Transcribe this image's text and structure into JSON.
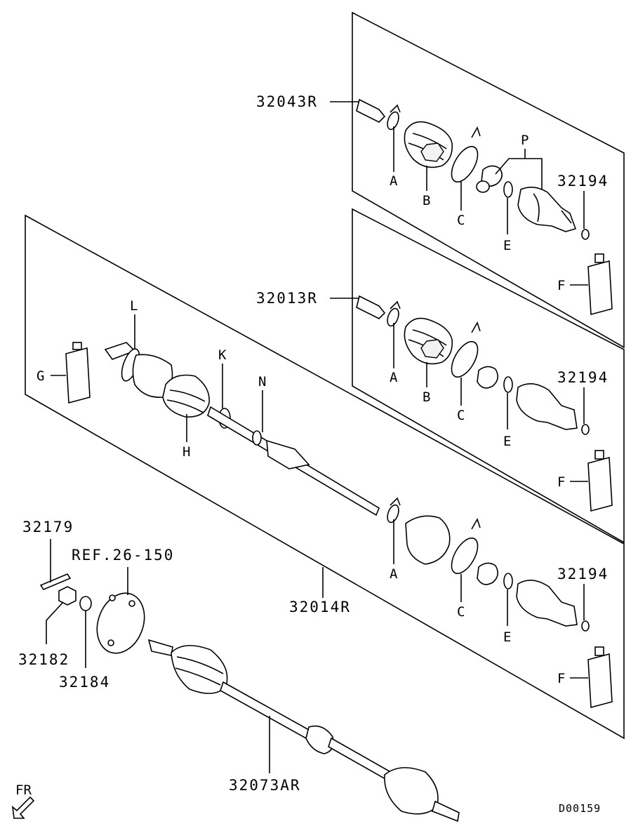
{
  "parts": {
    "p32043R": "32043R",
    "p32013R": "32013R",
    "p32014R": "32014R",
    "p32073AR": "32073AR",
    "p32194_1": "32194",
    "p32194_2": "32194",
    "p32194_3": "32194",
    "p32179": "32179",
    "p32182": "32182",
    "p32184": "32184",
    "ref": "REF.26-150"
  },
  "letters": {
    "A": "A",
    "B": "B",
    "C": "C",
    "E": "E",
    "F": "F",
    "G": "G",
    "H": "H",
    "K": "K",
    "L": "L",
    "N": "N",
    "P": "P"
  },
  "orientation": "FR",
  "diagram_code": "D00159"
}
